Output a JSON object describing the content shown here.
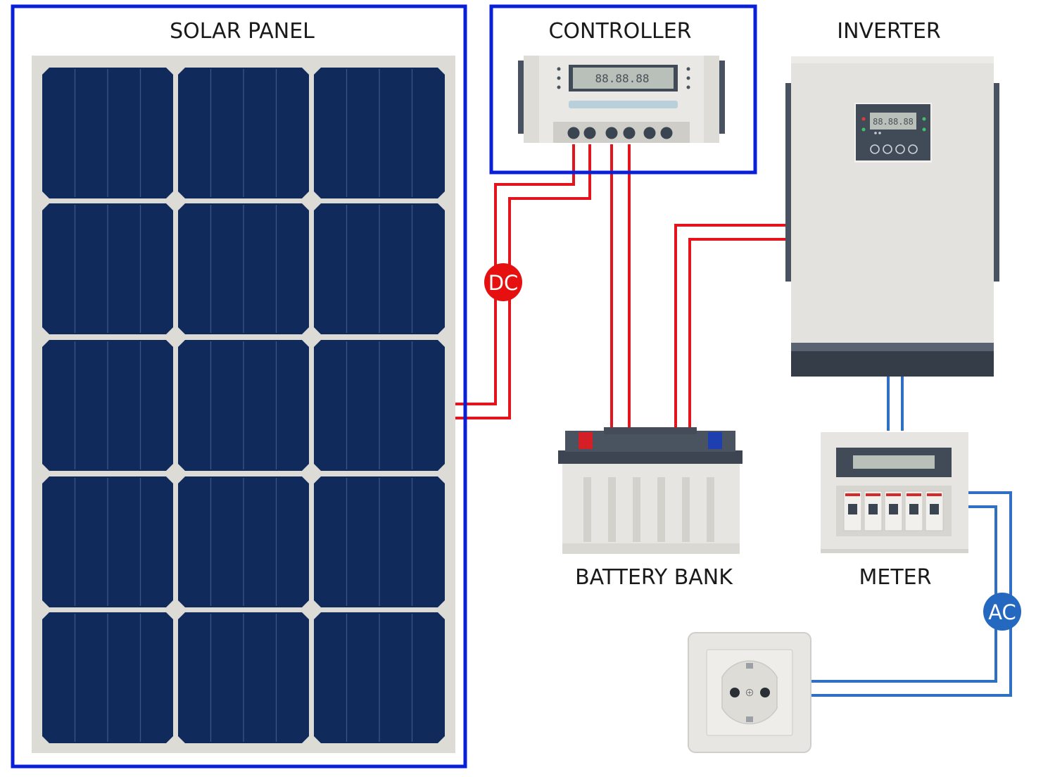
{
  "labels": {
    "solar_panel": "SOLAR PANEL",
    "controller": "CONTROLLER",
    "inverter": "INVERTER",
    "battery_bank": "BATTERY BANK",
    "meter": "METER"
  },
  "badges": {
    "dc": "DC",
    "ac": "AC"
  },
  "displays": {
    "controller": "88.88.88",
    "inverter": "88.88.88"
  },
  "colors": {
    "highlight_border": "#0a1fd8",
    "panel_cell": "#112a5c",
    "dc_wire": "#e3141b",
    "ac_wire": "#2f6fc4",
    "dc_badge": "#e61010",
    "ac_badge": "#2468c0"
  }
}
